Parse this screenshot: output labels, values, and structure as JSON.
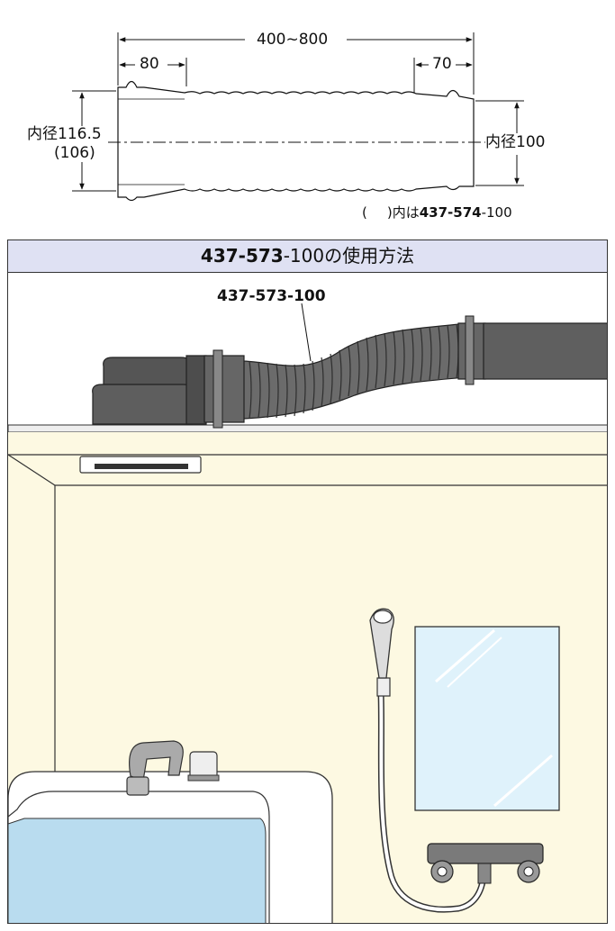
{
  "spec": {
    "total_length": "400~800",
    "left_end": "80",
    "right_end": "70",
    "inner_dia_left": "内径116.5",
    "inner_dia_left_alt": "(106)",
    "inner_dia_right": "内径100",
    "note_paren_open": "(",
    "note_paren_close": ")内は",
    "note_model_bold": "437-574",
    "note_model_suffix": "-100"
  },
  "usage": {
    "title_bold": "437-573",
    "title_suffix": "-100の使用方法",
    "callout": "437-573-100"
  },
  "colors": {
    "panel_header": "#dfe1f3",
    "ceiling": "#fdf9e2",
    "hose": "#5a5a5a",
    "water": "#b9dcef",
    "mirror": "#dff2fb"
  },
  "icons": [
    "duct-hose-icon",
    "vent-grille-icon",
    "shower-head-icon",
    "faucet-icon",
    "mirror-icon",
    "bathtub-icon",
    "thermostatic-mixer-icon"
  ]
}
